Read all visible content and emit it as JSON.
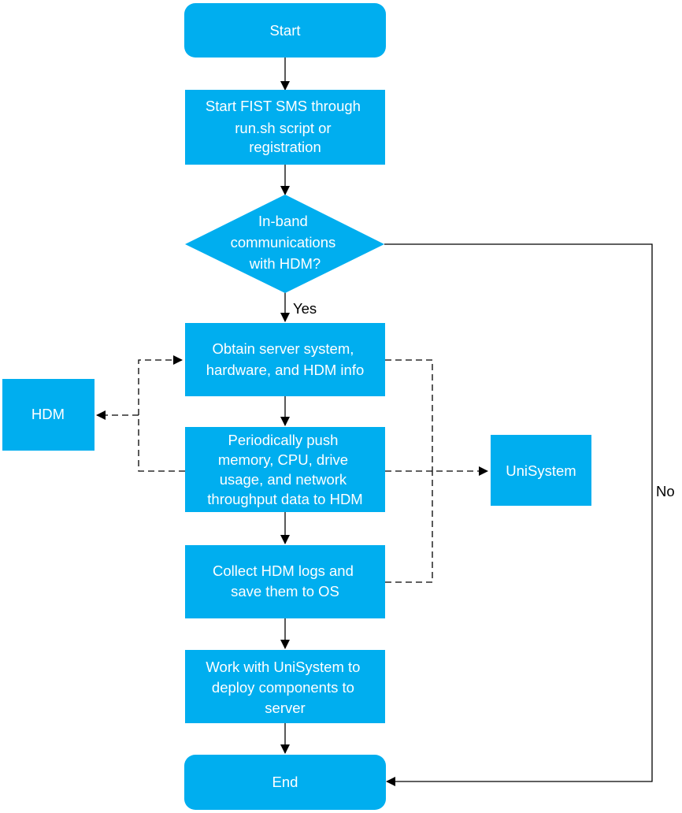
{
  "colors": {
    "node_fill": "#00AEEF",
    "node_text": "#FFFFFF",
    "line": "#000000"
  },
  "nodes": {
    "start": {
      "label": "Start"
    },
    "start_fist": {
      "lines": [
        "Start FIST SMS through",
        "run.sh script or",
        "registration"
      ]
    },
    "decision": {
      "lines": [
        "In-band",
        "communications",
        "with HDM?"
      ]
    },
    "obtain": {
      "lines": [
        "Obtain server system,",
        "hardware, and HDM info"
      ]
    },
    "push": {
      "lines": [
        "Periodically push",
        "memory, CPU, drive",
        "usage, and network",
        "throughput data to HDM"
      ]
    },
    "collect": {
      "lines": [
        "Collect HDM logs and",
        "save them to OS"
      ]
    },
    "work": {
      "lines": [
        "Work with UniSystem to",
        "deploy components to",
        "server"
      ]
    },
    "end": {
      "label": "End"
    },
    "hdm": {
      "label": "HDM"
    },
    "unisystem": {
      "label": "UniSystem"
    }
  },
  "edge_labels": {
    "yes": "Yes",
    "no": "No"
  }
}
